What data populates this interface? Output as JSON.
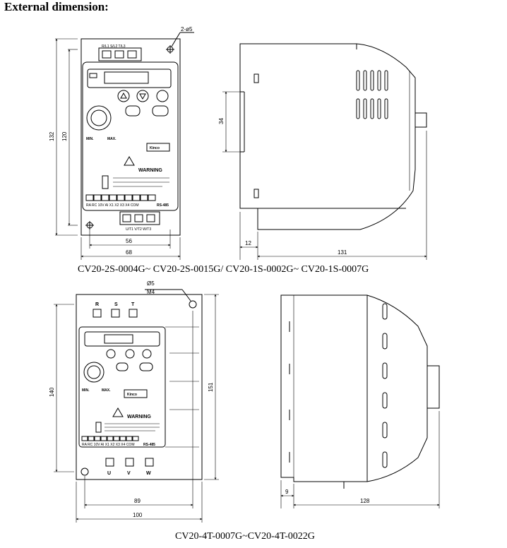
{
  "heading": "External dimension:",
  "drawings": [
    {
      "caption": "CV20-2S-0004G~ CV20-2S-0015G/ CV20-1S-0002G~ CV20-1S-0007G",
      "front": {
        "hole_callout": "2-ø5",
        "power_terminals": "R/L1 S/L2 T/L3",
        "motor_terminals": "U/T1 V/T2 W/T3",
        "knob_min": "MIN.",
        "knob_max": "MAX.",
        "brand": "Kinco",
        "warning_title": "WARNING",
        "control_terminals": "RA RC 10V AI X1 X2 X3 X4 COM",
        "rs485": "RS-485",
        "dims": {
          "height_outer": "132",
          "height_inner": "120",
          "width_inner": "56",
          "width_outer": "68"
        }
      },
      "side": {
        "dims": {
          "rail": "34",
          "depth_offset": "12",
          "depth": "131"
        }
      }
    },
    {
      "caption": "CV20-4T-0007G~CV20-4T-0022G",
      "front": {
        "hole_callout_diameter": "Ø5",
        "hole_callout_thread": "M4",
        "power_terminals": [
          "R",
          "S",
          "T"
        ],
        "motor_terminals": [
          "U",
          "V",
          "W"
        ],
        "knob_min": "MIN.",
        "knob_max": "MAX.",
        "brand": "Kinco",
        "warning_title": "WARNING",
        "control_terminals": "RA RC 10V AI X1 X2 X3 X4 COM",
        "rs485": "RS-485",
        "dims": {
          "height_inner": "140",
          "height_outer": "151",
          "width_inner": "89",
          "width_outer": "100"
        }
      },
      "side": {
        "dims": {
          "depth_offset": "9",
          "depth": "128"
        }
      }
    }
  ]
}
